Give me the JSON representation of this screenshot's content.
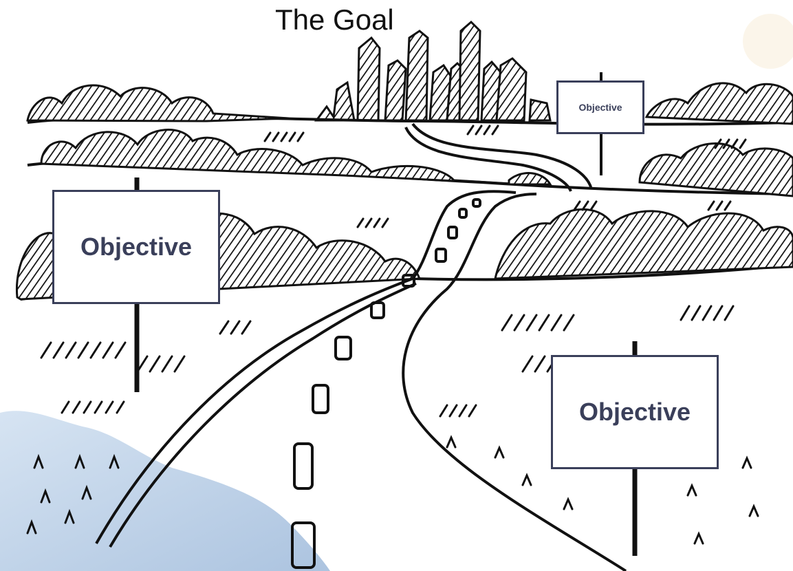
{
  "title": "The Goal",
  "signs": {
    "small": "Objective",
    "left": "Objective",
    "right": "Objective"
  },
  "colors": {
    "ink": "#111111",
    "sign_border": "#3a3f5a",
    "sign_text": "#3a3f5a",
    "watercolor": "#a9c4e0"
  }
}
